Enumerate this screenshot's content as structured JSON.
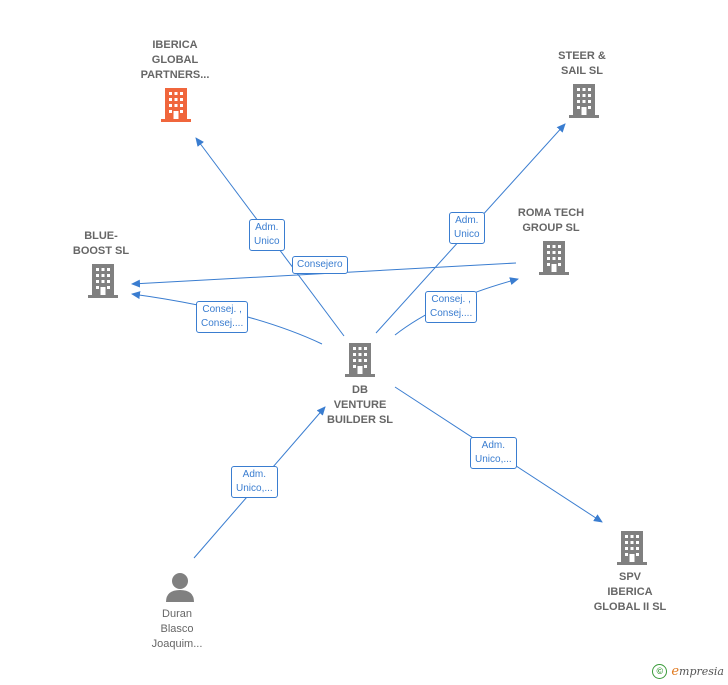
{
  "colors": {
    "edge": "#3a7dd0",
    "building": "#808080",
    "highlight": "#f0663c"
  },
  "nodes": {
    "center": {
      "label": "DB\nVENTURE\nBUILDER  SL"
    },
    "iberica": {
      "label": "IBERICA\nGLOBAL\nPARTNERS..."
    },
    "steer": {
      "label": "STEER &\nSAIL  SL"
    },
    "roma": {
      "label": "ROMA TECH\nGROUP  SL"
    },
    "blueboost": {
      "label": "BLUE-\nBOOST  SL"
    },
    "spv": {
      "label": "SPV\nIBERICA\nGLOBAL II  SL"
    },
    "duran": {
      "label": "Duran\nBlasco\nJoaquim..."
    }
  },
  "edges": {
    "iberica": "Adm.\nUnico",
    "steer": "Adm.\nUnico",
    "consejero": "Consejero",
    "blueboost": "Consej. ,\nConsej....",
    "roma": "Consej. ,\nConsej....",
    "spv": "Adm.\nUnico,...",
    "duran": "Adm.\nUnico,..."
  },
  "footer": {
    "copyright": "©",
    "brand_initial": "e",
    "brand_rest": "mpresia"
  }
}
